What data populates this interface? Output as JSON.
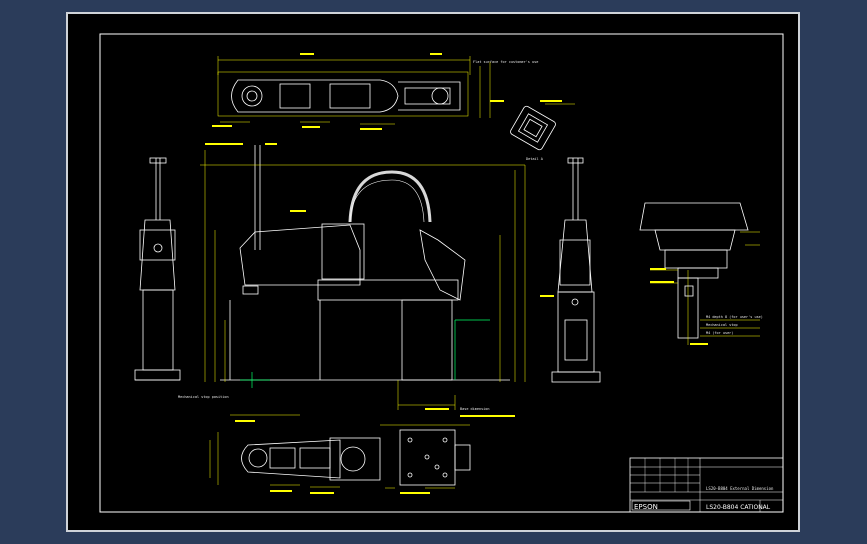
{
  "sheet": {
    "title_block": {
      "title": "LS20-B804 CATIONAL",
      "subtitle": "LS20-B804 External Dimension",
      "logo": "EPSON"
    },
    "colors": {
      "background": "#000000",
      "frame": "#ffffff",
      "geometry": "#ffffff",
      "dimension": "#ffff00",
      "accent": "#00ff66",
      "body": "#2b3c5a"
    },
    "annotations": {
      "top_note": "Flat surface for customer's use",
      "left_note": "Mechanical stop position",
      "bottom_note": "Base dimension",
      "detail_note": "Detail A",
      "right_note_1": "M4 depth 8 (for user's use)",
      "right_note_2": "Mechanical stop",
      "right_note_3": "M4 (for user)"
    }
  }
}
